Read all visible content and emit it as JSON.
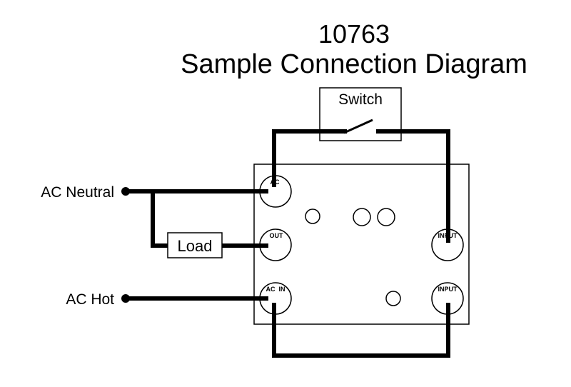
{
  "title": {
    "line1": "10763",
    "line2": "Sample Connection Diagram"
  },
  "switch_label": "Switch",
  "load_label": "Load",
  "sources": {
    "neutral": "AC Neutral",
    "hot": "AC Hot"
  },
  "terminals": {
    "ac": "AC",
    "out": "OUT",
    "ac_in": "AC  IN",
    "input_top": "INPUT",
    "input_bottom": "INPUT"
  },
  "colors": {
    "line": "#000000",
    "background": "#ffffff"
  }
}
